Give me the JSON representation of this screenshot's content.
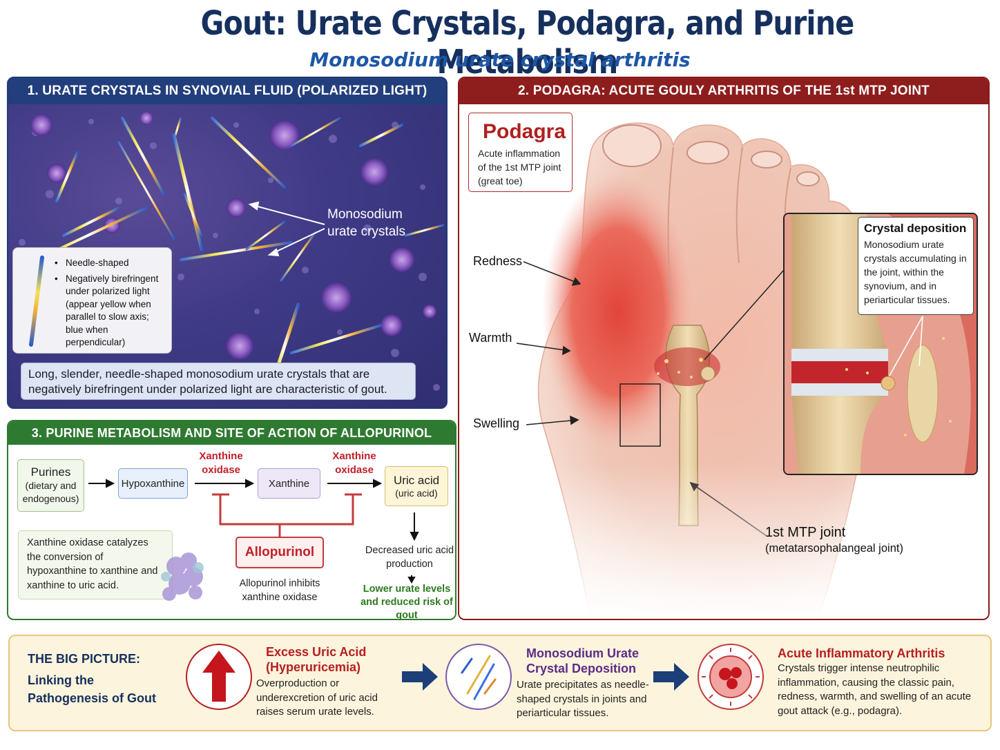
{
  "header": {
    "title": "Gout: Urate Crystals, Podagra, and Purine Metabolism",
    "subtitle": "Monosodium urate crystal arthritis"
  },
  "panel1": {
    "heading": "1. URATE CRYSTALS IN SYNOVIAL FLUID (POLARIZED LIGHT)",
    "crystal_label_line1": "Monosodium",
    "crystal_label_line2": "urate crystals",
    "bullets": [
      "Needle-shaped",
      "Negatively birefringent under polarized light (appear yellow when parallel to slow axis; blue when perpendicular)"
    ],
    "caption": "Long, slender, needle-shaped monosodium urate crystals that are negatively birefringent under polarized light are characteristic of gout."
  },
  "panel2": {
    "heading": "2. PODAGRA: ACUTE GOULY ARTHRITIS OF THE 1st MTP JOINT",
    "podagra_title": "Podagra",
    "podagra_text": "Acute inflammation of the 1st MTP joint (great toe)",
    "signs": [
      "Redness",
      "Warmth",
      "Swelling"
    ],
    "crystal_deposition_title": "Crystal deposition",
    "crystal_deposition_text": "Monosodium urate crystals accumulating in the joint, within the synovium, and in periarticular tissues.",
    "mtp_title": "1st MTP joint",
    "mtp_text": "(metatarsophalangeal joint)"
  },
  "panel3": {
    "heading": "3. PURINE METABOLISM AND SITE OF ACTION OF ALLOPURINOL",
    "purines_title": "Purines",
    "purines_sub": "(dietary and endogenous)",
    "hypoxanthine": "Hypoxanthine",
    "xanthine": "Xanthine",
    "uric_title": "Uric acid",
    "uric_sub": "(uric acid)",
    "enzyme1": "Xanthine oxidase",
    "enzyme2": "Xanthine oxidase",
    "allopurinol": "Allopurinol",
    "allo_text": "Allopurinol inhibits xanthine oxidase",
    "xo_note": "Xanthine oxidase catalyzes the conversion of hypoxanthine to xanthine and xanthine to uric acid.",
    "decreased": "Decreased uric acid production",
    "outcome": "Lower urate levels and reduced risk of gout"
  },
  "bottom": {
    "label": "THE BIG PICTURE:",
    "sub": "Linking the Pathogenesis of Gout",
    "steps": [
      {
        "title": "Excess Uric Acid (Hyperuricemia)",
        "text": "Overproduction or underexcretion of uric acid raises serum urate levels.",
        "color": "#b51f22"
      },
      {
        "title": "Monosodium Urate Crystal Deposition",
        "text": "Urate precipitates as needle-shaped crystals in joints and periarticular tissues.",
        "color": "#5b2d86"
      },
      {
        "title": "Acute Inflammatory Arthritis",
        "text": "Crystals trigger intense neutrophilic inflammation, causing the classic pain, redness, warmth, and swelling of an acute gout attack (e.g., podagra).",
        "color": "#b51f22"
      }
    ]
  },
  "colors": {
    "navy": "#16305e",
    "panel1": "#223e7c",
    "panel2": "#8e1d1d",
    "panel3": "#2e7a31",
    "enzyme_red": "#c0202a",
    "outcome_green": "#2c7a1f",
    "bottom_bg": "#fdf4dd"
  },
  "icons": [
    "up-arrow-icon",
    "crystal-needles-icon",
    "neutrophil-icon",
    "right-arrow-icon",
    "inhibition-bar-icon"
  ]
}
